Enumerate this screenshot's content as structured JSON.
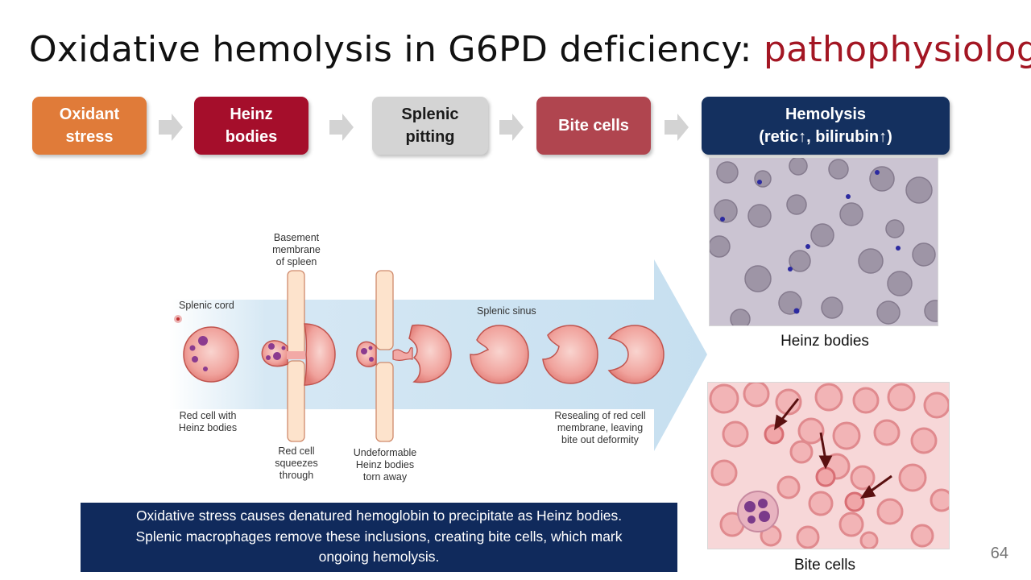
{
  "title": {
    "main": "Oxidative hemolysis in G6PD deficiency: ",
    "accent": "pathophysiology"
  },
  "flow": [
    {
      "label": "Oxidant\nstress",
      "color": "#e07b39",
      "text_color": "#ffffff"
    },
    {
      "label": "Heinz\nbodies",
      "color": "#a50e2b",
      "text_color": "#ffffff"
    },
    {
      "label": "Splenic\npitting",
      "color": "#d4d4d4",
      "text_color": "#1a1a1a"
    },
    {
      "label": "Bite cells",
      "color": "#b0454f",
      "text_color": "#ffffff"
    },
    {
      "label": "Hemolysis\n(retic↑, bilirubin↑)",
      "color": "#14305f",
      "text_color": "#ffffff"
    }
  ],
  "diagram": {
    "labels": {
      "basement_membrane": "Basement\nmembrane\nof spleen",
      "splenic_cord": "Splenic cord",
      "splenic_sinus": "Splenic sinus",
      "red_cell_heinz": "Red cell with\nHeinz bodies",
      "red_cell_squeezes": "Red cell\nsqueezes\nthrough",
      "undeformable": "Undeformable\nHeinz bodies\ntorn away",
      "resealing": "Resealing of red cell\nmembrane, leaving\nbite out deformity"
    }
  },
  "images": {
    "heinz_caption": "Heinz bodies",
    "bite_caption": "Bite cells"
  },
  "summary": "Oxidative stress causes denatured hemoglobin to precipitate as Heinz bodies.\nSplenic macrophages remove these inclusions, creating bite cells, which mark\nongoing hemolysis.",
  "page_number": "64",
  "colors": {
    "accent": "#a31623",
    "flow_arrow": "#d3d3d3",
    "diagram_arrow": "#cfe4f2",
    "cell_fill": "#f2a9a6",
    "cell_stroke": "#c1544e",
    "heinz_body": "#8b3b8f",
    "membrane_fill": "#fde3cc",
    "membrane_stroke": "#cf8a6c",
    "summary_bg": "#102a5c"
  }
}
